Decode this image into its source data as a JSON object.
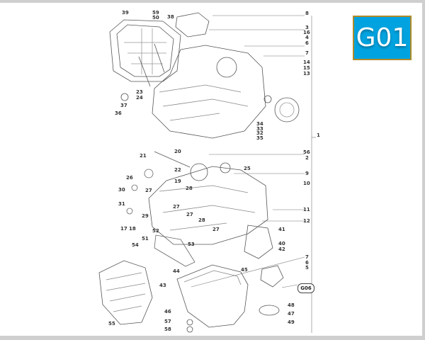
{
  "badge": "G01",
  "reference": "G06",
  "callouts": [
    "39",
    "59",
    "50",
    "38",
    "8",
    "3",
    "16",
    "4",
    "6",
    "7",
    "14",
    "15",
    "13",
    "23",
    "24",
    "37",
    "36",
    "34",
    "33",
    "32",
    "35",
    "1",
    "56",
    "2",
    "20",
    "21",
    "25",
    "9",
    "22",
    "26",
    "19",
    "10",
    "30",
    "27",
    "28",
    "31",
    "27",
    "29",
    "27",
    "11",
    "28",
    "12",
    "17",
    "18",
    "27",
    "41",
    "52",
    "51",
    "40",
    "54",
    "53",
    "42",
    "7",
    "6",
    "5",
    "44",
    "45",
    "43",
    "46",
    "48",
    "47",
    "55",
    "57",
    "49",
    "58"
  ]
}
